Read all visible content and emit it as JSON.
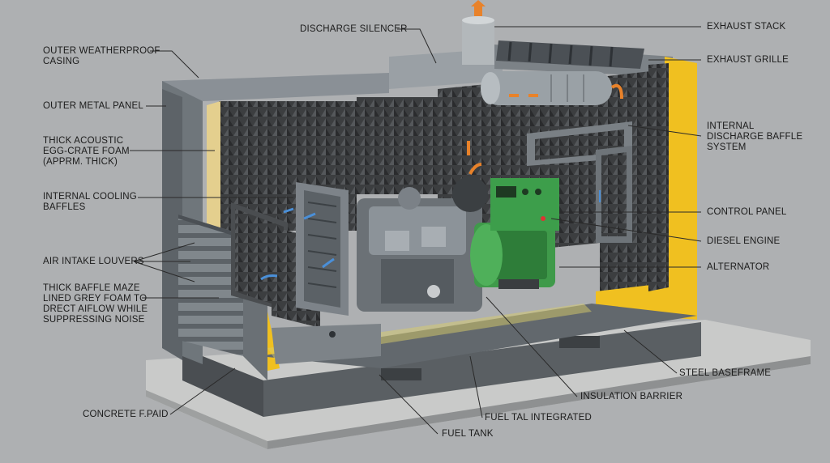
{
  "labels": {
    "outer_weatherproof_casing": "OUTER WEATHERPROOF\nCASING",
    "outer_metal_panel": "OUTER METAL PANEL",
    "egg_crate_foam": "THICK ACOUSTIC\nEGG-CRATE FOAM\n(APPRM. THICK)",
    "internal_cooling_baffles": "INTERNAL COOLING\nBAFFLES",
    "air_intake_louvers": "AIR INTAKE LOUVERS",
    "baffle_maze": "THICK BAFFLE MAZE\nLINED GREY FOAM TO\nDRECT AIFLOW WHILE\nSUPPRESSING NOISE",
    "concrete_pad": "CONCRETE F.PAID",
    "discharge_silencer": "DISCHARGE SILENCER",
    "exhaust_stack": "EXHAUST STACK",
    "exhaust_grille": "EXHAUST GRILLE",
    "internal_discharge_baffle": "INTERNAL\nDISCHARGE BAFFLE\nSYSTEM",
    "control_panel": "CONTROL PANEL",
    "diesel_engine": "DIESEL ENGINE",
    "alternator": "ALTERNATOR",
    "steel_baseframe": "STEEL BASEFRAME",
    "insulation_barrier": "INSULATION BARRIER",
    "fuel_tal_integrated": "FUEL TAL INTEGRATED",
    "fuel_tank": "FUEL TANK"
  },
  "colors": {
    "background": "#aeb0b2",
    "casing": "#6f767b",
    "foam": "#3a3c3e",
    "alternator": "#3f9a4a",
    "yellow_accent": "#f0c020",
    "arrow": "#e8822a",
    "airflow_blue": "#4a8fd8"
  }
}
